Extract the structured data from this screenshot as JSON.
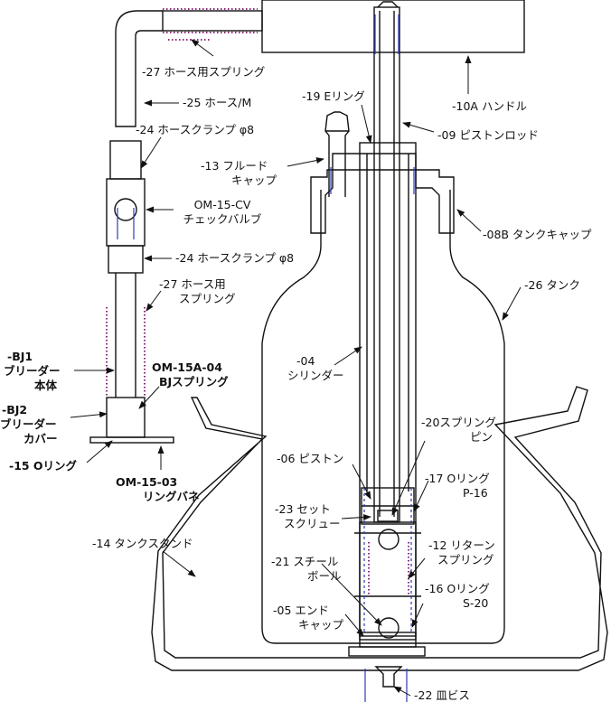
{
  "diagram": {
    "labels": {
      "hose_spring_top": "-27 ホース用スプリング",
      "hose": "-25 ホース/M",
      "hose_clamp_1": "-24 ホースクランプ φ8",
      "check_valve_1": "OM-15-CV",
      "check_valve_2": "チェックバルブ",
      "hose_clamp_2": "-24 ホースクランプ φ8",
      "hose_spring_1": "-27 ホース用",
      "hose_spring_2": "スプリング",
      "bj1_1": "-BJ1",
      "bj1_2": "ブリーダー",
      "bj1_3": "本体",
      "bj_spring_1": "OM-15A-04",
      "bj_spring_2": "BJスプリング",
      "bj2_1": "-BJ2",
      "bj2_2": "ブリーダー",
      "bj2_3": "カバー",
      "oring_15": "-15 Oリング",
      "ring_spring_1": "OM-15-03",
      "ring_spring_2": "リングバネ",
      "handle": "-10A ハンドル",
      "e_ring": "-19 Eリング",
      "piston_rod": "-09 ピストンロッド",
      "fluid_cap_1": "-13 フルード",
      "fluid_cap_2": "キャップ",
      "tank_cap": "-08B タンクキャップ",
      "tank": "-26 タンク",
      "cylinder_1": "-04",
      "cylinder_2": "シリンダー",
      "spring_pin_1": "-20スプリング",
      "spring_pin_2": "ピン",
      "piston": "-06 ピストン",
      "oring_17_1": "-17 Oリング",
      "oring_17_2": "P-16",
      "set_screw_1": "-23 セット",
      "set_screw_2": "スクリュー",
      "tank_stand": "-14 タンクスタンド",
      "return_spring_1": "-12 リターン",
      "return_spring_2": "スプリング",
      "steel_ball_1": "-21 スチール",
      "steel_ball_2": "ボール",
      "oring_16_1": "-16 Oリング",
      "oring_16_2": "S-20",
      "end_cap_1": "-05 エンド",
      "end_cap_2": "キャップ",
      "flat_screw": "-22 皿ビス"
    }
  }
}
